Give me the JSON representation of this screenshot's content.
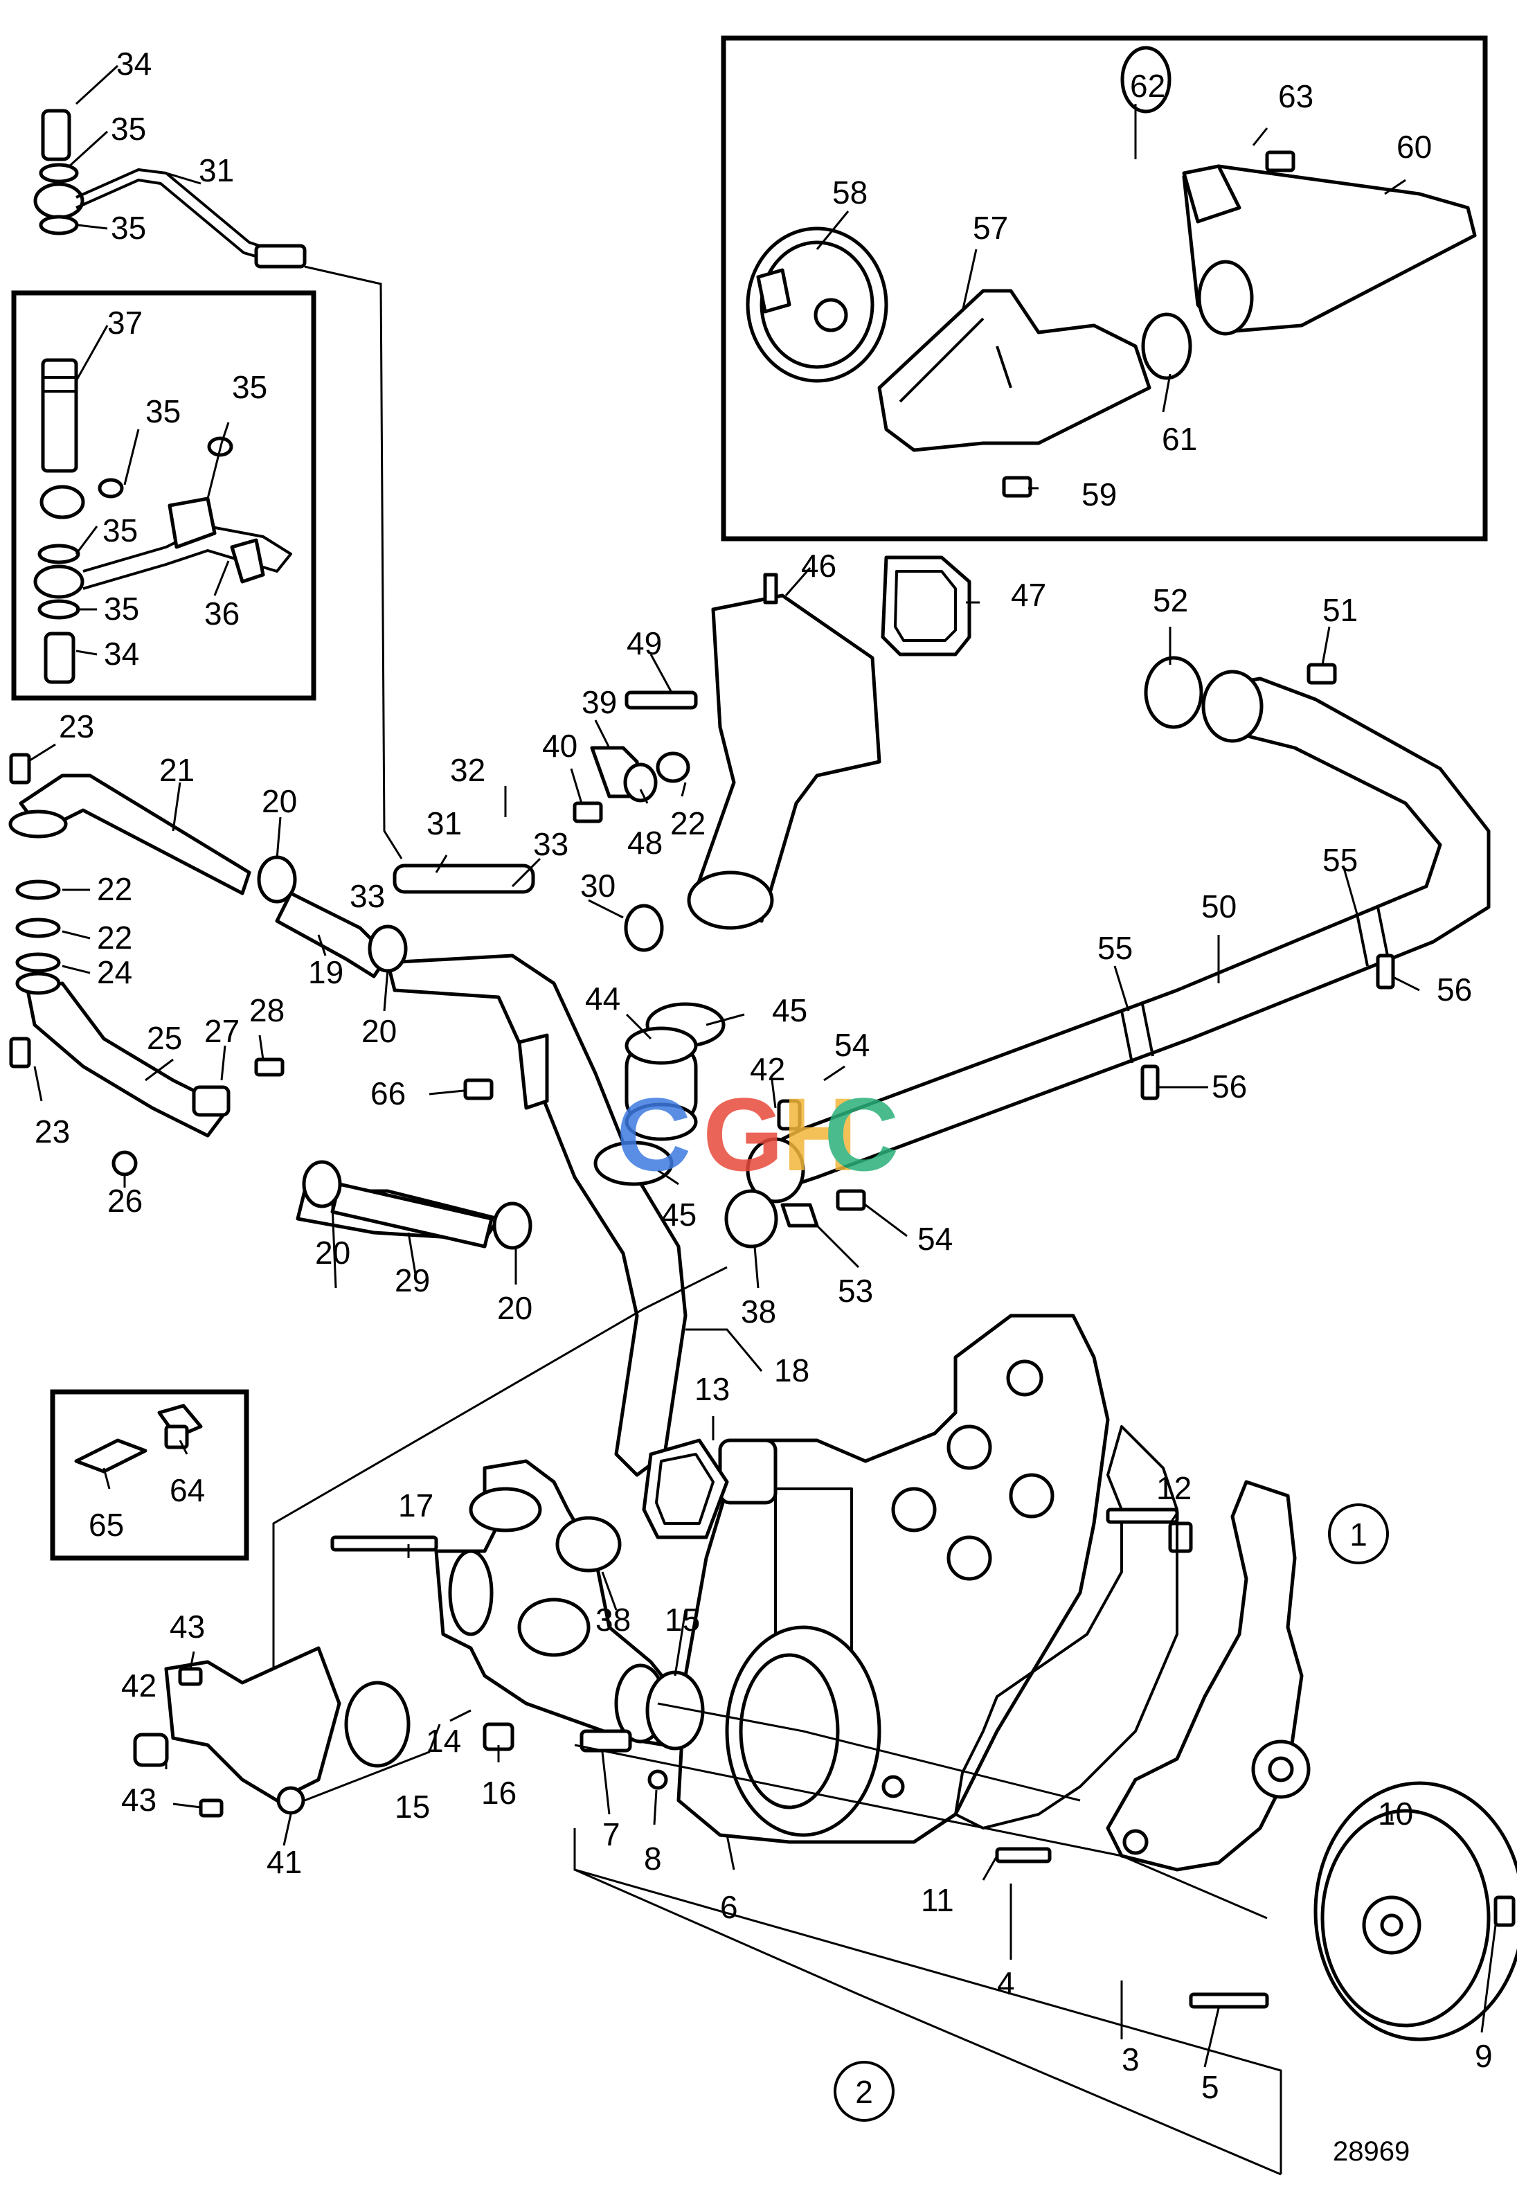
{
  "drawing_number": "28969",
  "watermark": {
    "letters": [
      "C",
      "G",
      "H",
      "C"
    ],
    "colors": [
      "#3d7be0",
      "#e84a3c",
      "#f2b73b",
      "#2bb07a"
    ]
  },
  "group_markers": [
    "1",
    "2"
  ],
  "callouts": {
    "c34a": "34",
    "c35a": "35",
    "c31a": "31",
    "c35b": "35",
    "c37": "37",
    "c35c": "35",
    "c35d": "35",
    "c35e": "35",
    "c35f": "35",
    "c36": "36",
    "c34b": "34",
    "c62": "62",
    "c63": "63",
    "c60": "60",
    "c58": "58",
    "c57": "57",
    "c61": "61",
    "c59": "59",
    "c46": "46",
    "c47": "47",
    "c49": "49",
    "c39": "39",
    "c40": "40",
    "c48": "48",
    "c22a": "22",
    "c52": "52",
    "c51": "51",
    "c55a": "55",
    "c55b": "55",
    "c50": "50",
    "c56a": "56",
    "c56b": "56",
    "c23a": "23",
    "c21": "21",
    "c20a": "20",
    "c22b": "22",
    "c22c": "22",
    "c24": "24",
    "c32": "32",
    "c31b": "31",
    "c33a": "33",
    "c33b": "33",
    "c30": "30",
    "c19": "19",
    "c20b": "20",
    "c25": "25",
    "c27": "27",
    "c28": "28",
    "c23b": "23",
    "c26": "26",
    "c66": "66",
    "c44": "44",
    "c45a": "45",
    "c42a": "42",
    "c54a": "54",
    "c54b": "54",
    "c53": "53",
    "c38a": "38",
    "c45b": "45",
    "c20c": "20",
    "c29": "29",
    "c20d": "20",
    "c18": "18",
    "c13": "13",
    "c12": "12",
    "c65": "65",
    "c64": "64",
    "c17": "17",
    "c38b": "38",
    "c15a": "15",
    "c43a": "43",
    "c42b": "42",
    "c43b": "43",
    "c41": "41",
    "c14": "14",
    "c15b": "15",
    "c16": "16",
    "c7": "7",
    "c8": "8",
    "c6": "6",
    "c11": "11",
    "c4": "4",
    "c10": "10",
    "c3": "3",
    "c5": "5",
    "c9": "9"
  }
}
